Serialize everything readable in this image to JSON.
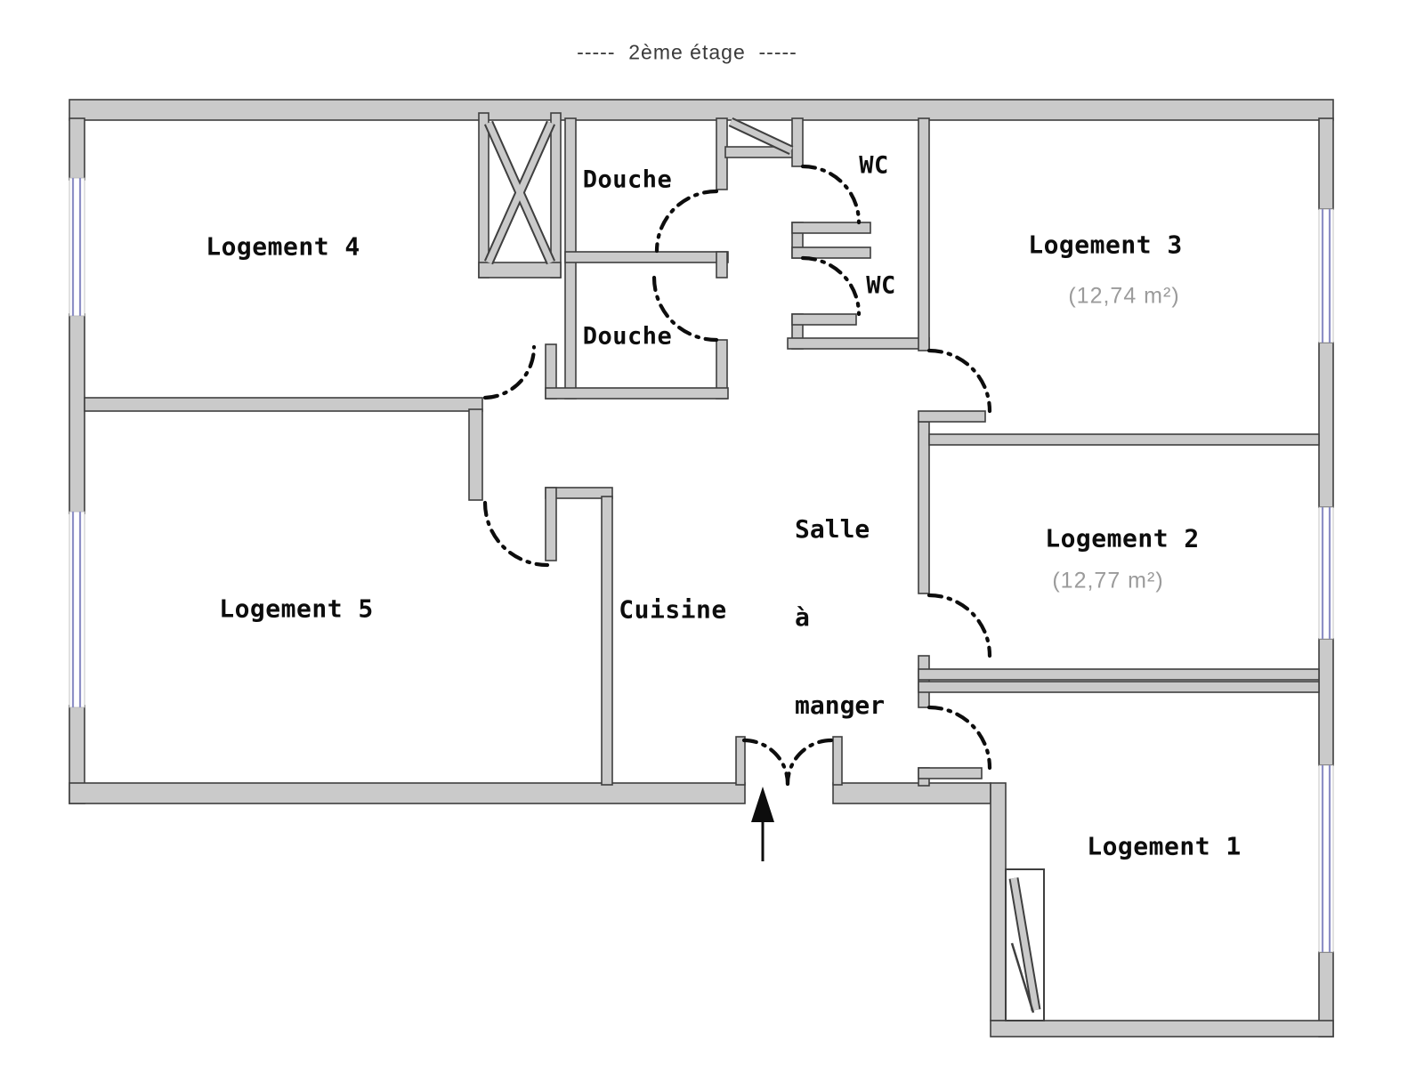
{
  "title": "-----  2ème étage  -----",
  "colors": {
    "wall_fill": "#cacaca",
    "wall_stroke": "#3f3f3f",
    "window_blue": "#8d8fc6",
    "line_black": "#0d0d0d",
    "label_color": "#0d0d0d",
    "area_color": "#9b9b9b",
    "title_color": "#3a3a3a",
    "background": "#ffffff"
  },
  "rooms": {
    "logement4": {
      "label": "Logement 4"
    },
    "logement3": {
      "label": "Logement 3",
      "area": "(12,74 m²)"
    },
    "logement2": {
      "label": "Logement 2",
      "area": "(12,77 m²)"
    },
    "logement1": {
      "label": "Logement 1"
    },
    "logement5": {
      "label": "Logement 5"
    },
    "cuisine": {
      "label": "Cuisine"
    },
    "salle_a_manger": {
      "lines": [
        "Salle",
        "à",
        "manger"
      ]
    },
    "douche_haut": {
      "label": "Douche"
    },
    "douche_bas": {
      "label": "Douche"
    },
    "wc_haut": {
      "label": "WC"
    },
    "wc_bas": {
      "label": "WC"
    }
  },
  "symbols": {
    "entrance_arrow": "entrance-arrow",
    "shaft_cross": "shaft-cross-symbol",
    "door_arcs": "door-swing-arc",
    "windows": "window-glazing",
    "open_door_leaf": "open-door-leaf"
  }
}
